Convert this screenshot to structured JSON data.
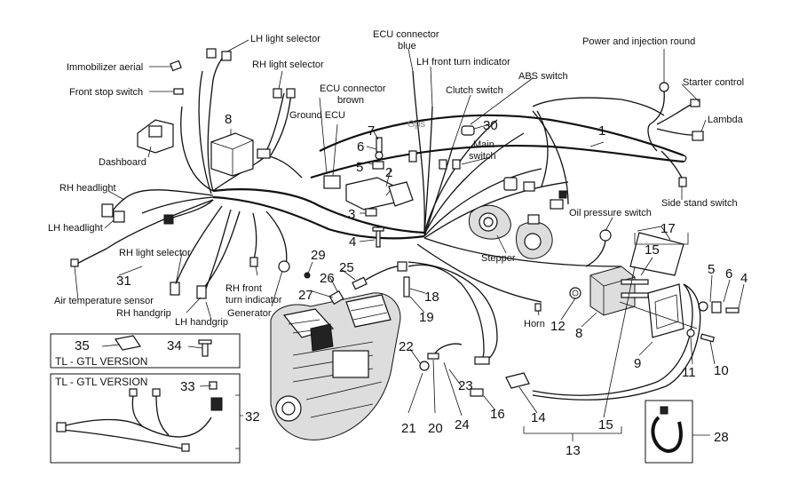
{
  "labels": {
    "lh_light_selector_top": "LH light selector",
    "immobilizer": "Immobilizer aerial",
    "rh_light_selector_top": "RH light selector",
    "front_stop": "Front stop switch",
    "ecu_blue": "ECU connector\nblue",
    "lh_front_turn": "LH front turn indicator",
    "ecu_brown": "ECU connector\nbrown",
    "abs_switch": "ABS switch",
    "clutch_switch": "Clutch switch",
    "ground_ecu": "Ground ECU",
    "gps": "Gps",
    "main_switch": "Main\nswitch",
    "power_injection": "Power and injection round",
    "starter_control": "Starter control",
    "lambda": "Lambda",
    "dashboard": "Dashboard",
    "side_stand": "Side stand switch",
    "rh_headlight": "RH headlight",
    "lh_headlight": "LH headlight",
    "oil_pressure": "Oil pressure switch",
    "rh_light_selector_low": "RH light selector",
    "stepper": "Stepper",
    "air_temp": "Air temperature sensor",
    "rh_front_turn": "RH front\nturn indicator",
    "rh_handgrip": "RH handgrip",
    "lh_handgrip": "LH handgrip",
    "generator": "Generator",
    "horn": "Horn"
  },
  "versions": {
    "box1": "TL - GTL VERSION",
    "box2": "TL - GTL VERSION"
  },
  "callouts": [
    "1",
    "2",
    "3",
    "4",
    "5",
    "6",
    "7",
    "8",
    "9",
    "10",
    "11",
    "12",
    "13",
    "14",
    "15",
    "16",
    "17",
    "18",
    "19",
    "20",
    "21",
    "22",
    "23",
    "24",
    "25",
    "26",
    "27",
    "28",
    "29",
    "30",
    "31",
    "32",
    "33",
    "34",
    "35"
  ],
  "callout_8b": "8",
  "callout_4b": "4",
  "callout_5b": "5",
  "callout_6b": "6",
  "callout_15b": "15"
}
